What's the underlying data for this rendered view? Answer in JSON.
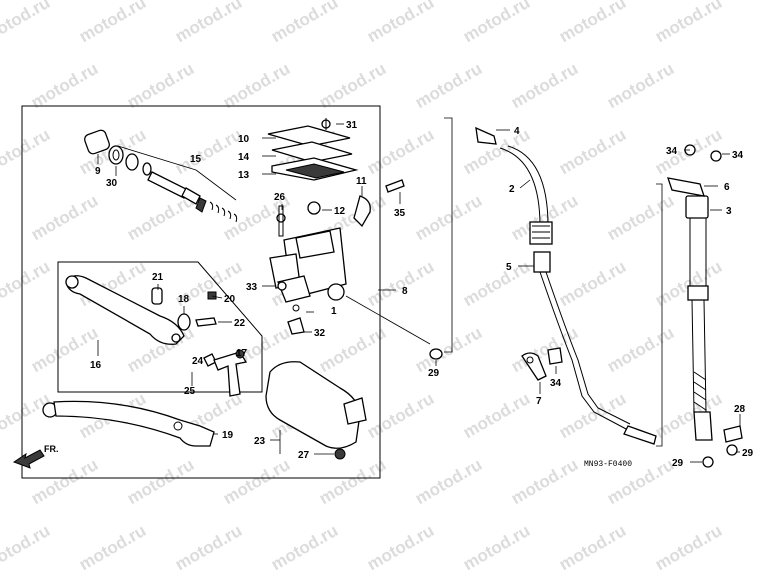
{
  "watermark": "motod.ru",
  "diagram_code": "MN93-F0400",
  "direction_label": "FR.",
  "callouts": {
    "c1": "1",
    "c2": "2",
    "c3": "3",
    "c4": "4",
    "c5": "5",
    "c6": "6",
    "c7": "7",
    "c8": "8",
    "c9": "9",
    "c10": "10",
    "c11": "11",
    "c12": "12",
    "c13": "13",
    "c14": "14",
    "c15": "15",
    "c16": "16",
    "c17": "17",
    "c18": "18",
    "c19": "19",
    "c20": "20",
    "c21": "21",
    "c22": "22",
    "c23": "23",
    "c24": "24",
    "c25": "25",
    "c26": "26",
    "c27": "27",
    "c28": "28",
    "c29": "29",
    "c30": "30",
    "c31": "31",
    "c32": "32",
    "c33": "33",
    "c34": "34",
    "c35": "35"
  }
}
